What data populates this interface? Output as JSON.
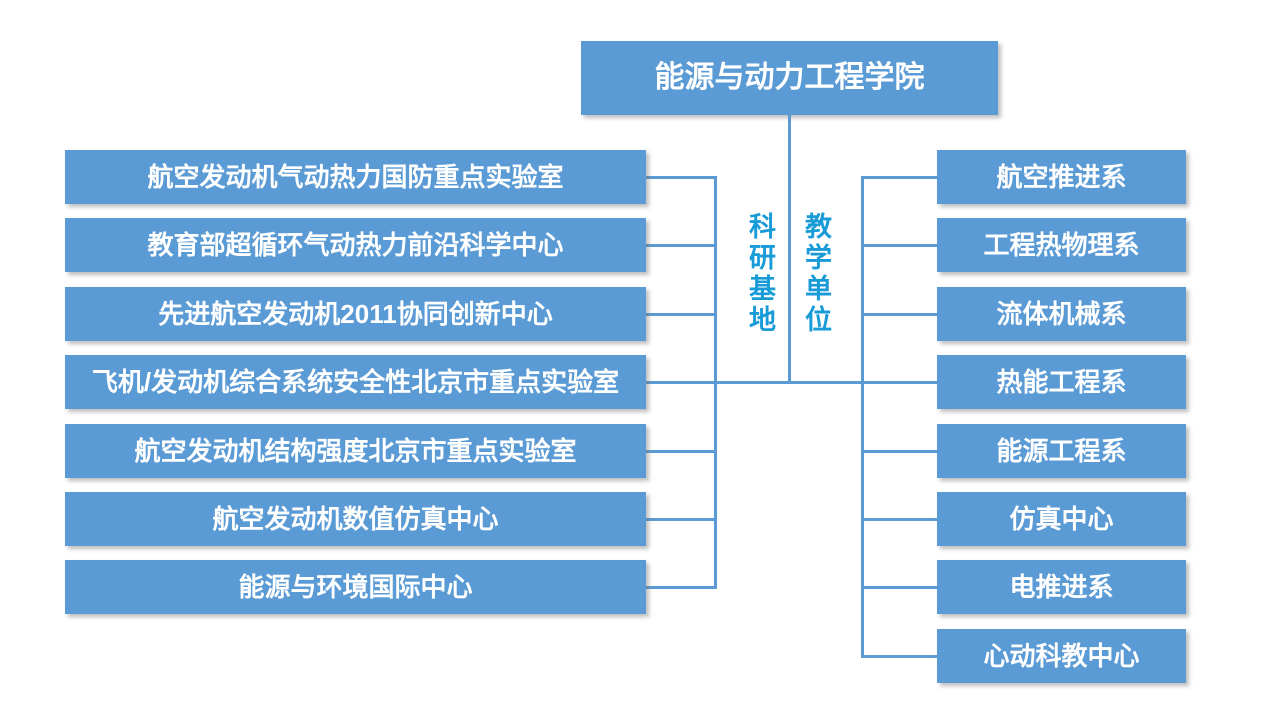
{
  "root": {
    "label": "能源与动力工程学院"
  },
  "left_branch": {
    "caption": "科研基地",
    "items": [
      "航空发动机气动热力国防重点实验室",
      "教育部超循环气动热力前沿科学中心",
      "先进航空发动机2011协同创新中心",
      "飞机/发动机综合系统安全性北京市重点实验室",
      "航空发动机结构强度北京市重点实验室",
      "航空发动机数值仿真中心",
      "能源与环境国际中心"
    ]
  },
  "right_branch": {
    "caption": "教学单位",
    "items": [
      "航空推进系",
      "工程热物理系",
      "流体机械系",
      "热能工程系",
      "能源工程系",
      "仿真中心",
      "电推进系",
      "心动科教中心"
    ]
  },
  "colors": {
    "box_fill": "#5B9BD5",
    "box_text": "#FFFFFF",
    "connector": "#5B9BD5",
    "caption_text": "#199BD8",
    "background": "#FFFFFF"
  }
}
